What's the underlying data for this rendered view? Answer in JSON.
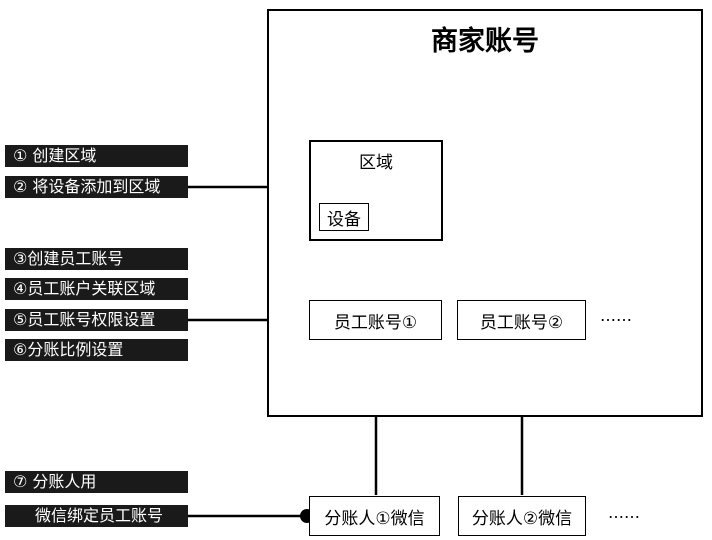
{
  "merchant": {
    "title": "商家账号"
  },
  "region": {
    "label": "区域",
    "device_label": "设备"
  },
  "nodes": {
    "employee_1": "员工账号①",
    "employee_2": "员工账号②",
    "ellipsis_top": "……",
    "payee_1": "分账人①微信",
    "payee_2": "分账人②微信",
    "ellipsis_bottom": "……"
  },
  "steps": {
    "group_region": [
      "① 创建区域",
      "② 将设备添加到区域"
    ],
    "group_employee": [
      "③创建员工账号",
      "④员工账户关联区域",
      "⑤员工账号权限设置",
      "⑥分账比例设置"
    ],
    "group_payee": [
      "⑦ 分账人用",
      "微信绑定员工账号"
    ]
  },
  "colors": {
    "label_bg": "#1a1a1a",
    "line": "#000000"
  }
}
